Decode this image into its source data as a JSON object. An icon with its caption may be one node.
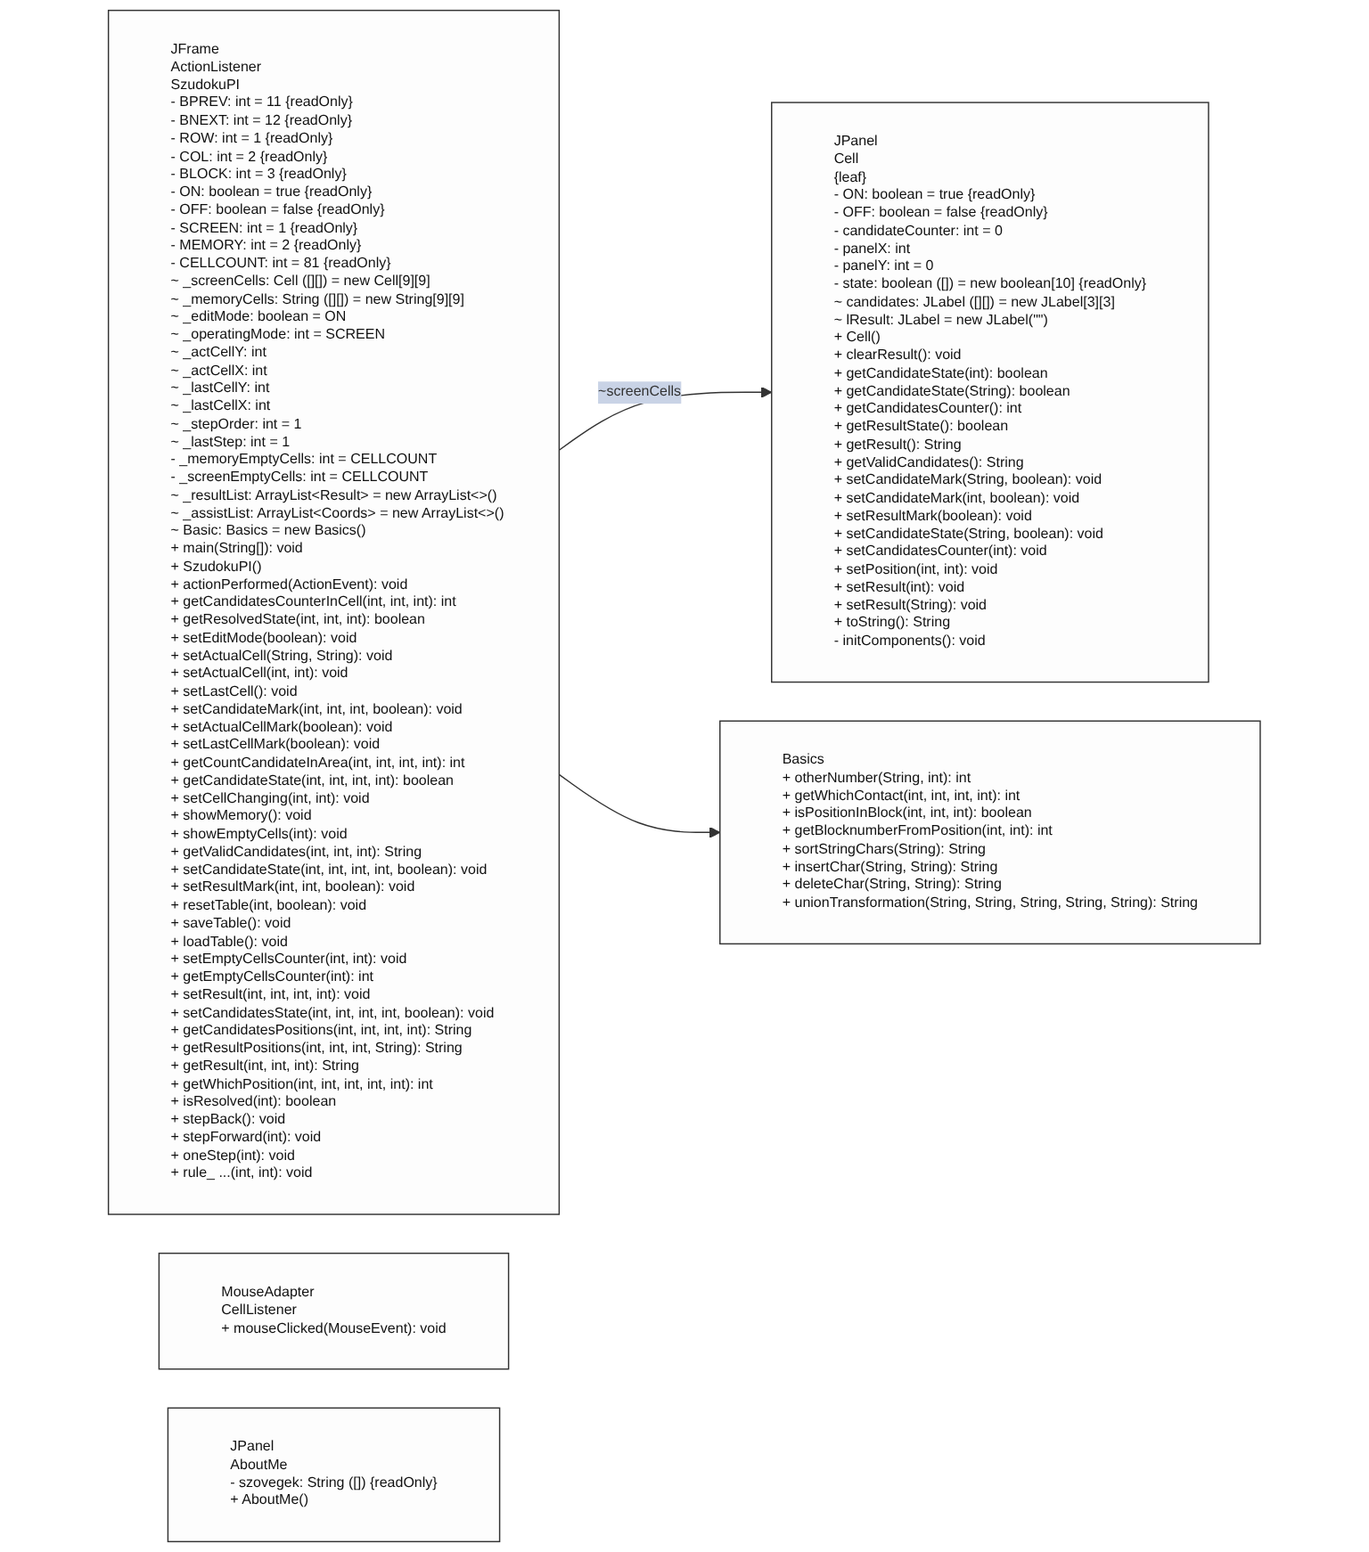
{
  "diagram": {
    "nodes": [
      {
        "text": [
          "JFrame",
          "ActionListener",
          "SzudokuPI",
          "- BPREV: int = 11 {readOnly}",
          "- BNEXT: int = 12 {readOnly}",
          "- ROW: int = 1 {readOnly}",
          "- COL: int = 2 {readOnly}",
          "- BLOCK: int = 3 {readOnly}",
          "- ON: boolean = true {readOnly}",
          "- OFF: boolean = false {readOnly}",
          "- SCREEN: int = 1 {readOnly}",
          "- MEMORY: int = 2 {readOnly}",
          "- CELLCOUNT: int = 81 {readOnly}",
          "~ _screenCells: Cell ([][]) = new Cell[9][9]",
          "~ _memoryCells: String ([][]) = new String[9][9]",
          "~ _editMode: boolean = ON",
          "~ _operatingMode: int = SCREEN",
          "~ _actCellY: int",
          "~ _actCellX: int",
          "~ _lastCellY: int",
          "~ _lastCellX: int",
          "~ _stepOrder: int = 1",
          "~ _lastStep: int = 1",
          "- _memoryEmptyCells: int = CELLCOUNT",
          "- _screenEmptyCells: int = CELLCOUNT",
          "~ _resultList: ArrayList<Result> = new ArrayList<>()",
          "~ _assistList: ArrayList<Coords> = new ArrayList<>()",
          "~ Basic: Basics = new Basics()",
          "+ main(String[]): void",
          "+ SzudokuPI()",
          "+ actionPerformed(ActionEvent): void",
          "+ getCandidatesCounterInCell(int, int, int): int",
          "+ getResolvedState(int, int, int): boolean",
          "+ setEditMode(boolean): void",
          "+ setActualCell(String, String): void",
          "+ setActualCell(int, int): void",
          "+ setLastCell(): void",
          "+ setCandidateMark(int, int, int, boolean): void",
          "+ setActualCellMark(boolean): void",
          "+ setLastCellMark(boolean): void",
          "+ getCountCandidateInArea(int, int, int, int): int",
          "+ getCandidateState(int, int, int, int): boolean",
          "+ setCellChanging(int, int): void",
          "+ showMemory(): void",
          "+ showEmptyCells(int): void",
          "+ getValidCandidates(int, int, int): String",
          "+ setCandidateState(int, int, int, int, boolean): void",
          "+ setResultMark(int, int, boolean): void",
          "+ resetTable(int, boolean): void",
          "+ saveTable(): void",
          "+ loadTable(): void",
          "+ setEmptyCellsCounter(int, int): void",
          "+ getEmptyCellsCounter(int): int",
          "+ setResult(int, int, int, int): void",
          "+ setCandidatesState(int, int, int, int, boolean): void",
          "+ getCandidatesPositions(int, int, int, int): String",
          "+ getResultPositions(int, int, int, String): String",
          "+ getResult(int, int, int): String",
          "+ getWhichPosition(int, int, int, int, int): int",
          "+ isResolved(int): boolean",
          "+ stepBack(): void",
          "+ stepForward(int): void",
          "+ oneStep(int): void",
          "+ rule_ ...(int, int): void"
        ]
      },
      {
        "text": [
          "JPanel",
          "Cell",
          "{leaf}",
          "- ON: boolean = true {readOnly}",
          "- OFF: boolean = false {readOnly}",
          "- candidateCounter: int = 0",
          "- panelX: int",
          "- panelY: int = 0",
          "- state: boolean ([]) = new boolean[10] {readOnly}",
          "~ candidates: JLabel ([][]) = new JLabel[3][3]",
          "~ lResult: JLabel = new JLabel(\"\")",
          "+ Cell()",
          "+ clearResult(): void",
          "+ getCandidateState(int): boolean",
          "+ getCandidateState(String): boolean",
          "+ getCandidatesCounter(): int",
          "+ getResultState(): boolean",
          "+ getResult(): String",
          "+ getValidCandidates(): String",
          "+ setCandidateMark(String, boolean): void",
          "+ setCandidateMark(int, boolean): void",
          "+ setResultMark(boolean): void",
          "+ setCandidateState(String, boolean): void",
          "+ setCandidatesCounter(int): void",
          "+ setPosition(int, int): void",
          "+ setResult(int): void",
          "+ setResult(String): void",
          "+ toString(): String",
          "- initComponents(): void"
        ]
      },
      {
        "text": [
          "MouseAdapter",
          "CellListener",
          "+ mouseClicked(MouseEvent): void"
        ]
      },
      {
        "text": [
          "JPanel",
          "AboutMe",
          "- szovegek: String ([]) {readOnly}",
          "+ AboutMe()"
        ]
      },
      {
        "text": [
          "Basics",
          "+ otherNumber(String, int): int",
          "+ getWhichContact(int, int, int, int): int",
          "+ isPositionInBlock(int, int, int): boolean",
          "+ getBlocknumberFromPosition(int, int): int",
          "+ sortStringChars(String): String",
          "+ insertChar(String, String): String",
          "+ deleteChar(String, String): String",
          "+ unionTransformation(String, String, String, String, String): String"
        ]
      }
    ],
    "edges": [
      {
        "from": 0,
        "to": 1,
        "arrow": "to",
        "label": "~screenCells"
      },
      {
        "from": 0,
        "to": 4,
        "arrow": "to"
      }
    ]
  }
}
